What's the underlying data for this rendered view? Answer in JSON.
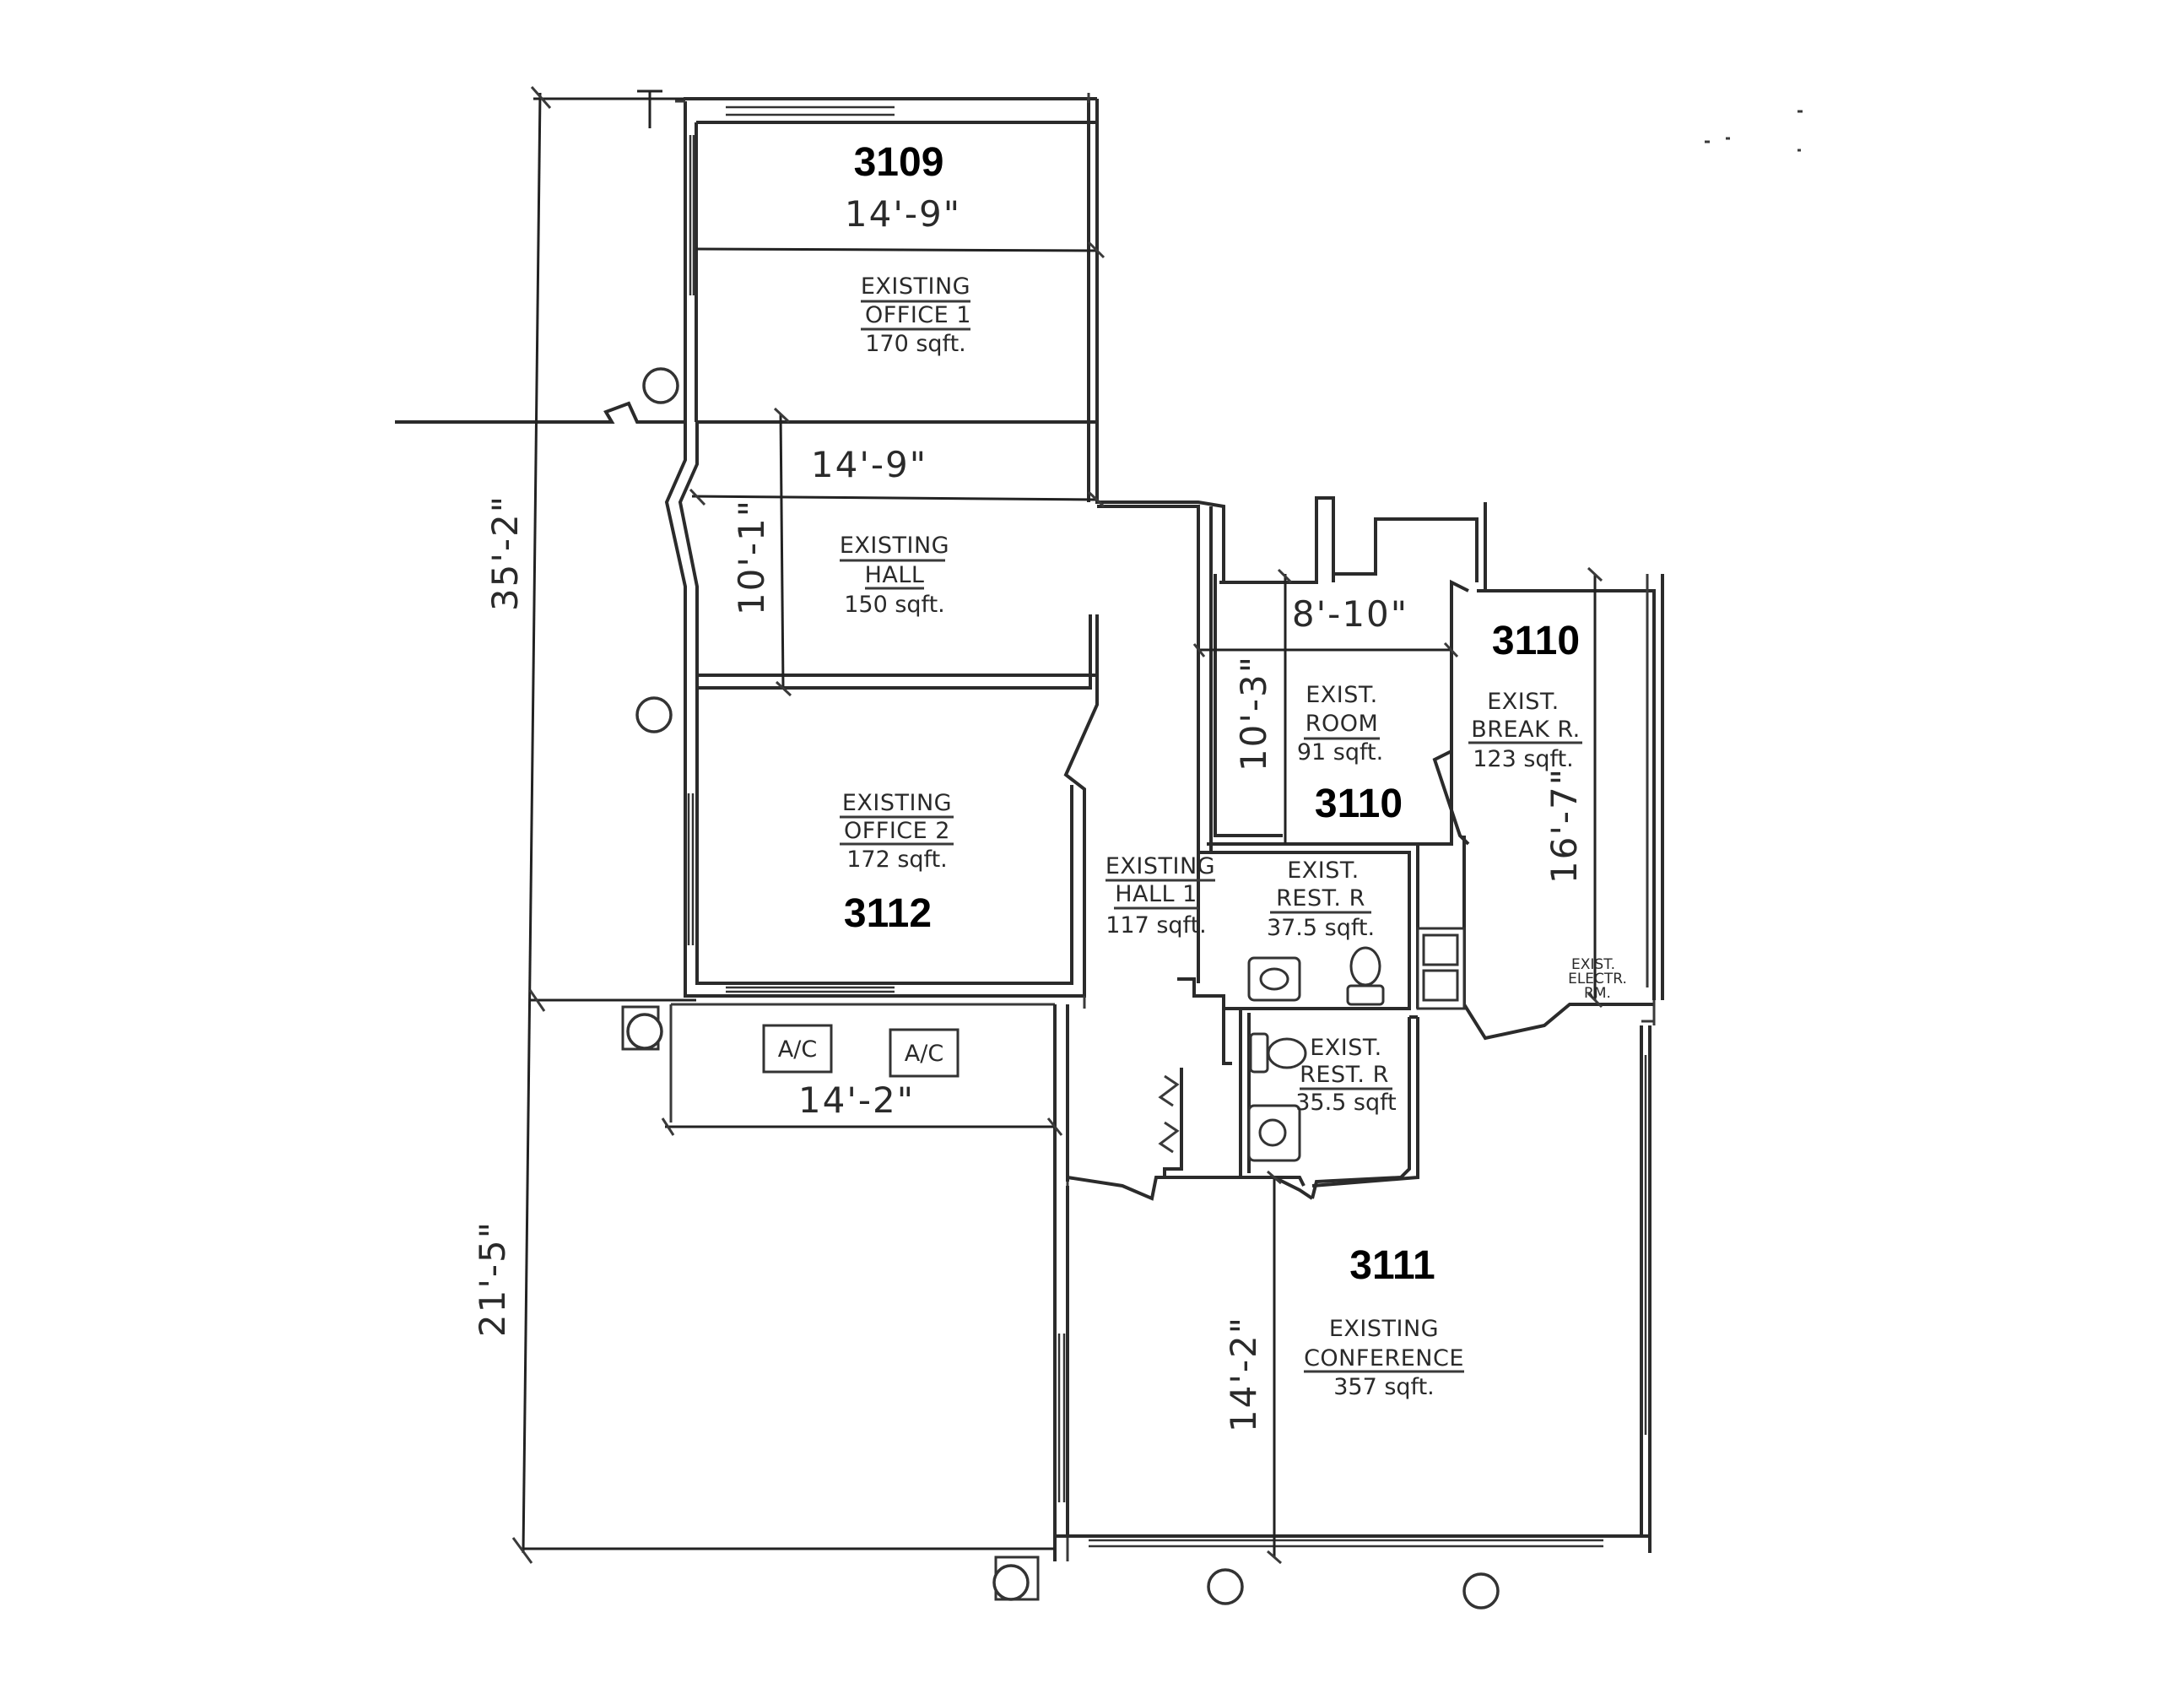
{
  "units": {
    "u3109": "3109",
    "u3110_break": "3110",
    "u3110_room": "3110",
    "u3112": "3112",
    "u3111": "3111"
  },
  "rooms": {
    "office1": {
      "line1": "EXISTING",
      "line2": "OFFICE 1",
      "area": "170 sqft."
    },
    "hall": {
      "line1": "EXISTING",
      "line2": "HALL",
      "area": "150 sqft."
    },
    "office2": {
      "line1": "EXISTING",
      "line2": "OFFICE 2",
      "area": "172 sqft."
    },
    "hall1": {
      "line1": "EXISTING",
      "line2": "HALL 1",
      "area": "117 sqft."
    },
    "room": {
      "line1": "EXIST.",
      "line2": "ROOM",
      "area": "91 sqft."
    },
    "break": {
      "line1": "EXIST.",
      "line2": "BREAK R.",
      "area": "123 sqft."
    },
    "rest1": {
      "line1": "EXIST.",
      "line2": "REST. R",
      "area": "37.5 sqft."
    },
    "rest2": {
      "line1": "EXIST.",
      "line2": "REST. R",
      "area": "35.5 sqft"
    },
    "conference": {
      "line1": "EXISTING",
      "line2": "CONFERENCE",
      "area": "357 sqft."
    },
    "elec": {
      "line1": "EXIST.",
      "line2": "ELECTR.",
      "line3": "RM."
    }
  },
  "dimensions": {
    "top_width": "14'-9\"",
    "hall_width": "14'-9\"",
    "hall_depth": "10'-1\"",
    "total_left_upper": "35'-2\"",
    "total_left_lower": "21'-5\"",
    "ac_width": "14'-2\"",
    "room_width": "8'-10\"",
    "room_depth": "10'-3\"",
    "break_depth": "16'-7\"",
    "conf_depth": "14'-2\""
  },
  "equipment": {
    "ac1": "A/C",
    "ac2": "A/C"
  }
}
